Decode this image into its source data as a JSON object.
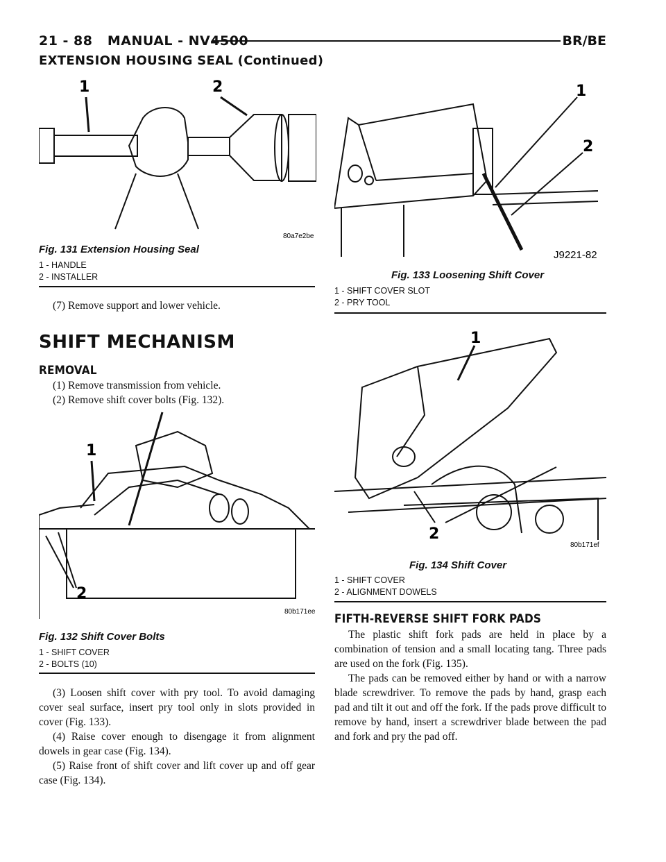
{
  "header": {
    "page_id": "21 - 88",
    "title": "MANUAL - NV4500",
    "model": "BR/BE"
  },
  "section_continued": "EXTENSION HOUSING SEAL (Continued)",
  "figures": {
    "fig131": {
      "caption": "Fig. 131 Extension Housing Seal",
      "code": "80a7e2be",
      "callouts": [
        "1",
        "2"
      ],
      "legend": [
        "1 - HANDLE",
        "2 - INSTALLER"
      ]
    },
    "fig132": {
      "caption": "Fig. 132 Shift Cover Bolts",
      "code": "80b171ee",
      "callouts": [
        "1",
        "2"
      ],
      "legend": [
        "1 - SHIFT COVER",
        "2 - BOLTS (10)"
      ]
    },
    "fig133": {
      "caption": "Fig. 133 Loosening Shift Cover",
      "code": "J9221-82",
      "callouts": [
        "1",
        "2"
      ],
      "legend": [
        "1 - SHIFT COVER SLOT",
        "2 - PRY TOOL"
      ]
    },
    "fig134": {
      "caption": "Fig. 134 Shift Cover",
      "code": "80b171ef",
      "callouts": [
        "1",
        "2"
      ],
      "legend": [
        "1 - SHIFT COVER",
        "2 - ALIGNMENT DOWELS"
      ]
    }
  },
  "text": {
    "step7": "(7) Remove support and lower vehicle.",
    "shift_mechanism": "SHIFT MECHANISM",
    "removal": "REMOVAL",
    "step1": "(1) Remove transmission from vehicle.",
    "step2": "(2) Remove shift cover bolts (Fig. 132).",
    "step3": "(3) Loosen shift cover with pry tool. To avoid damaging cover seal surface, insert pry tool only in slots provided in cover (Fig. 133).",
    "step4": "(4) Raise cover enough to disengage it from alignment dowels in gear case (Fig. 134).",
    "step5": "(5) Raise front of shift cover and lift cover up and off gear case (Fig. 134).",
    "fifth_reverse": "FIFTH-REVERSE SHIFT FORK PADS",
    "para1": "The plastic shift fork pads are held in place by a combination of tension and a small locating tang. Three pads are used on the fork (Fig. 135).",
    "para2": "The pads can be removed either by hand or with a narrow blade screwdriver. To remove the pads by hand, grasp each pad and tilt it out and off the fork. If the pads prove difficult to remove by hand, insert a screwdriver blade between the pad and fork and pry the pad off."
  }
}
